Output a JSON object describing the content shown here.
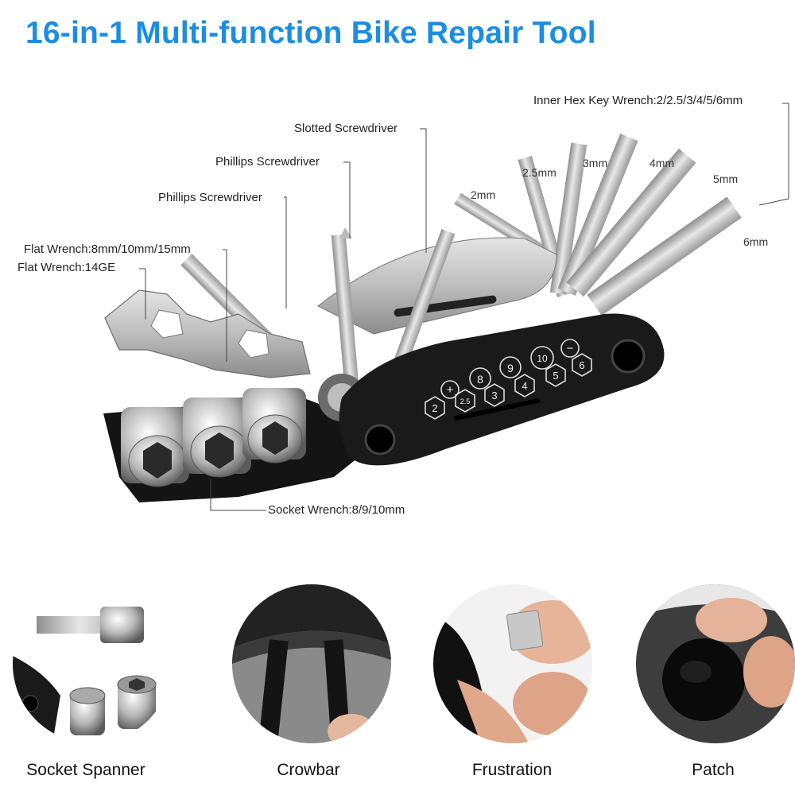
{
  "title": "16-in-1 Multi-function Bike Repair Tool",
  "colors": {
    "title": "#1b8de4",
    "tool_body": "#1a1a1a",
    "steel": "#c9c9c9"
  },
  "callouts": {
    "inner_hex": "Inner Hex Key Wrench:2/2.5/3/4/5/6mm",
    "slotted": "Slotted Screwdriver",
    "phillips_1": "Phillips Screwdriver",
    "phillips_2": "Phillips Screwdriver",
    "flat_wrench_mm": "Flat Wrench:8mm/10mm/15mm",
    "flat_wrench_ge": "Flat Wrench:14GE",
    "socket_wrench": "Socket Wrench:8/9/10mm"
  },
  "hex_sizes": [
    "2mm",
    "2.5mm",
    "3mm",
    "4mm",
    "5mm",
    "6mm"
  ],
  "body_markings": [
    "2",
    "+",
    "2.5",
    "8",
    "3",
    "9",
    "4",
    "10",
    "5",
    "−",
    "6"
  ],
  "features": [
    {
      "label": "Socket Spanner",
      "icon": "socket-spanner"
    },
    {
      "label": "Crowbar",
      "icon": "tire-lever"
    },
    {
      "label": "Frustration",
      "icon": "scraper"
    },
    {
      "label": "Patch",
      "icon": "tire-patch"
    }
  ]
}
